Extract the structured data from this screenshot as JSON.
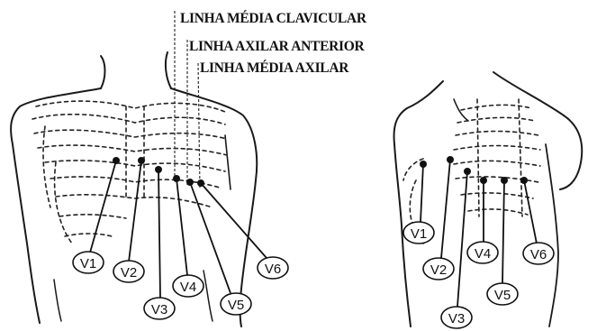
{
  "lines": {
    "mid_clavicular": "LINHA MÉDIA CLAVICULAR",
    "anterior_axillary": "LINHA AXILAR ANTERIOR",
    "mid_axillary": "LINHA MÉDIA AXILAR"
  },
  "front_view": {
    "leads": [
      "V1",
      "V2",
      "V3",
      "V4",
      "V5",
      "V6"
    ]
  },
  "side_view": {
    "leads": [
      "V1",
      "V2",
      "V3",
      "V4",
      "V5",
      "V6"
    ]
  }
}
